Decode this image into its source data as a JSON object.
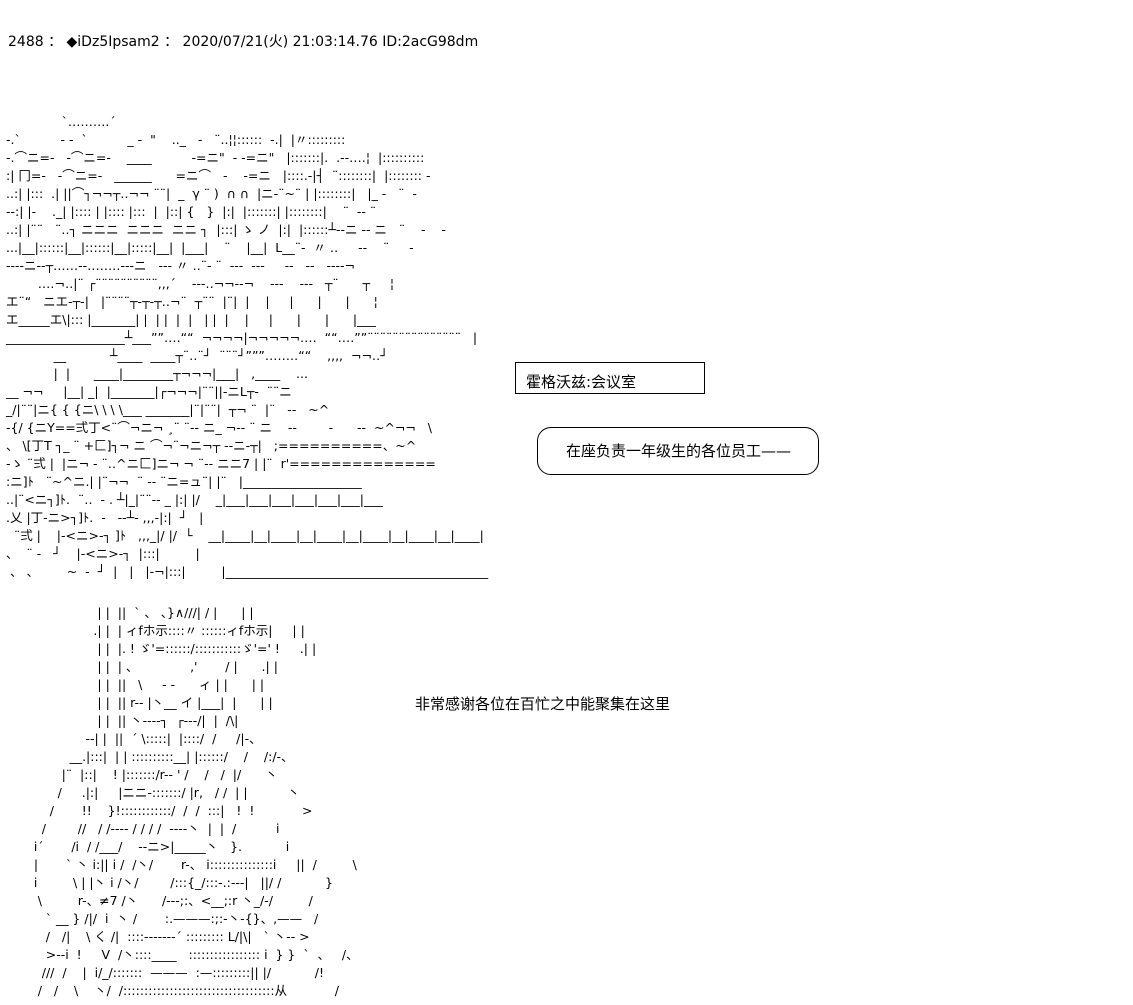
{
  "post_header": "2488 ： ◆iDz5Ipsam2 ： 2020/07/21(火) 21:03:14.76 ID:2acG98dm",
  "location_caption": "霍格沃兹:会议室",
  "speech_bubble": "在座负责一年级生的各位员工——",
  "narration": "非常感谢各位在百忙之中能聚集在这里",
  "art_top": [
    "              `……….´",
    "-.`          - -  `          _ -  \"    .._   -   ¨..¦¦::::::  -.|  |〃:::::::::",
    "-.⌒ニ=-   -⌒ニ=-    ____          -=ニ\"  - -=ニ\"   |:::::::|.  .--‥‥¦  |::::::::::",
    ":| 冂=-   -⌒ニ=-   ______      =ニ⌒   -    -=ニ   |::::.-|┤  ¨::::::::|  |:::::::: -",
    "..:| |:::  .| ||⌒┐¬¬┬‥¬¬ ¨¨|  _  γ ¨ )  ∩ ∩  |ニ-¨~¨ | |::::::::|   |_ -   ¨  -",
    "--:| |-    ._| |:::: | |:::: |:::  |  |::| {   }  |:|  |:::::::| |::::::::|    ¨  -- ¨",
    "..:| |¨¨   ¨‥┐ ニニニ  ニニニ  ニニ ┐  |:::| ゝ ノ  |:|  |::::::┴--ニ -- ニ   ¨    -    -",
    "...|__|::::::|__|::::::|__|:::::|__|  |___|    ¨    |__|  L__¨-  〃 ‥     --    ¨     -",
    "----ニ--┬‥‥‥--‥‥‥‥---ニ   --- 〃 ‥¨- ¨  ---  ---     --   --   ----¬",
    "        ‥‥¬‥|¨ ┌¨¨¨¨¨¨¨¨¨¨,,,´    ---‥¬¬--¬    ---    ---   ┬¨      ┬     ¦",
    "エ¨“   ニエ-┬-|   |¨¨¨¨┬-┬-┬‥¬¨  ┬¨¨  |¨|  |    |     |      |      |      ¦",
    "エ_____エ\\|::: |_______| |  | |  |  |   | |  |    |     |      |      |      |___",
    "___________________┴___””‥‥““  ¬¬¬¬|¬¬¬¬¬‥‥  ““‥‥””¨¨¨¨¨¨¨¨¨¨¨¨¨¨¨   |",
    "            __           ┴____  ____┬¨‥¨┘  ¨¨¨┘”””‥‥‥‥““    ,,,,  ¬¬‥┘",
    "            |  |      ____|________┬¬¬¬|___|   ,____    ...  ",
    "__ ¬¬     |__| _|  |_______|┌¬¬¬|¨¨||-ニL┬-  ¨¨ニ",
    "_/|¨¨|ニ{ { {ニ\\ \\ \\ \\___ _______|¨|¨¨|  ┬¬ ¨  |¨   --   ~^",
    "-{/ {ニY==弍丁<¨⌒¬ニ¬ ¸¨ ¨-- ニ_ ¬-- ¨ ニ    --        -      --  ~^¬¬   \\",
    "、 \\[丁T ┐_ ¨ +匚]┐¬ ニ ⌒¬¨¬ニ¬┬ --ニ-┬|   ;==========、~^",
    "-ゝ ¨弍 |  |ニ¬ - ¨‥^ニ匚]ニ¬ ¬ ¨-- ニニ7 | |¨  r'==============",
    ":ニ]ﾄ   ¨~^ニ.| |¨¬¬  ¨ -- ¨ニ=ュ¨| |¨   |___________________",
    "..|¨<ニ┐]ﾄ.  ¨‥  ‐ . ┴|_|¨¨-- _ |:| |/    _|___|___|___|___|___|___|___",
    ".乂 |丁-ニ>┐]ﾄ.  -   --┴- ,,,-|:|  ┘   |",
    "  ¨弍 |    |-<ニ>-┐ ]ﾄ   ,,,_|/ |/  └    __|____|__|____|__|____|__|____|__|____|__|____|",
    "、  ¨ -   ┘    |-<ニ>-┐  |:::|         |",
    " 、 、       ~  -  ┘  |   |   |-¬|:::|         |__________________________________________"
  ],
  "art_top_b": [],
  "art_figure": [
    "                       | |  ||  ` 、 、}∧///| / |      | |",
    "                      .| |  | ィfホ示::::〃 ::::::ィfホ示|     | |",
    "                       | |  |. ! ゞ'=::::::/:::::::::::ゞ'=' !     .| |",
    "                       | |  | 、             ,'       / |      .| |",
    "                       | |  ||   \\     - -      ィ | |      | |",
    "                       | |  || r-- |丶__ イ |___|  |      | |",
    "                       | |  || 丶----┐  ┌---/|  |  /\\|",
    "                    --| |  ||  ´ \\:::::|  |::::/  /     /|-、",
    "                __.|:::|  | | ::::::::::__| |::::::/    /    /:/-、",
    "              |¨  |::|    ! |:::::::/r-- ' /    /   /  |/      丶",
    "             /     .|:|     |ニニ-:::::::/ |r,   / /  | |          丶",
    "           /       !!    }!::::::::::::/  /  /  :::|   !  !            >",
    "         /        //   / /---- / / / /  ----丶  |  |  /          i",
    "       i´       /i  / /___/    --ニ>|_____丶   }.           i",
    "       |       ` 丶 i:|| i /  /丶/       r-、 i:::::::::::::::i     ||  /         \\",
    "       i         \\ | |丶 i /丶/        /:::{_/:::-.:---|   ||/ /           }",
    "        \\         r-、≠7 /丶      /---;:、<__;:r 丶_/-/         /",
    "          ` __ } /|/  i  丶 /       :.———:;:-丶-{}、,——   /",
    "          /   /|    \\ く /|  ::::-------´ ::::::::: L/|\\|   ` 丶-- >",
    "          >--i  !     V  /丶::::____   ::::::::::::::::: i  } }  `  、   /、",
    "         ///  /    |  i/_/:::::::  ———  :—:::::::::|| |/           /!",
    "        /   /    \\    丶/  /::::::::::::::::::::::::::::::::::::从            /"
  ]
}
